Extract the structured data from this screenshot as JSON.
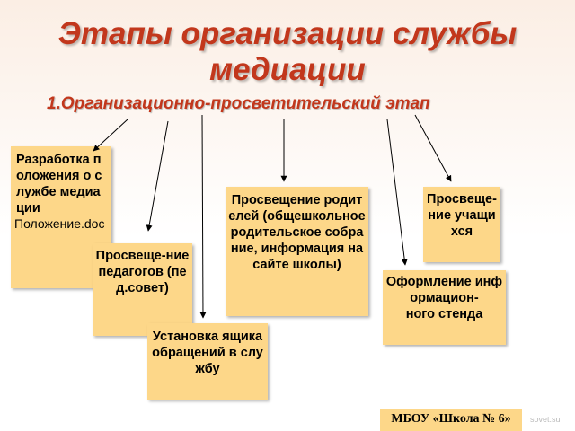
{
  "title": "Этапы организации службы медиации",
  "subtitle": "1.Организационно-просветительский этап",
  "boxes": {
    "polozhenie": {
      "text": "Разработка положения о службе медиации",
      "attachment": "Положение.doc"
    },
    "pedagogi": {
      "text": "Просвеще-ние педагогов (пед.совет)"
    },
    "yashik": {
      "text": "Установка ящика обращений в службу"
    },
    "roditeli": {
      "text": "Просвещение родителей (общешкольное родительское собрание, информация на сайте школы)"
    },
    "uchashchiesya": {
      "text": "Просвеще-ние учащихся"
    },
    "stend": {
      "text": "Оформление информацион-\nного стенда"
    }
  },
  "footer": {
    "school": "МБОУ «Школа № 6»",
    "watermark": "sovet.su"
  }
}
